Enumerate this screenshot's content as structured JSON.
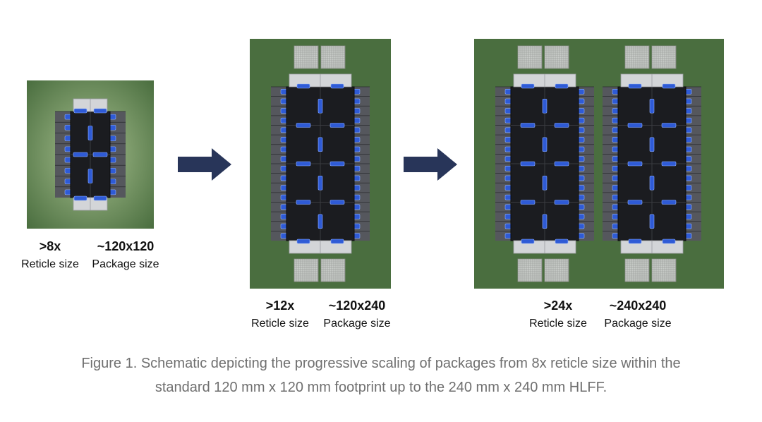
{
  "colors": {
    "board_green": "#4a6e3f",
    "board_green_light": "#a7c08f",
    "die_dark": "#1b1c20",
    "interconnect_blue": "#2f5bd6",
    "hbm_grey": "#55575d",
    "io_light": "#d3d5d8",
    "arrow_navy": "#283559",
    "caption_grey": "#6f6f6f"
  },
  "packages": [
    {
      "reticle_value": ">8x",
      "reticle_label": "Reticle size",
      "package_value": "~120x120",
      "package_label": "Package size"
    },
    {
      "reticle_value": ">12x",
      "reticle_label": "Reticle size",
      "package_value": "~120x240",
      "package_label": "Package size"
    },
    {
      "reticle_value": ">24x",
      "reticle_label": "Reticle size",
      "package_value": "~240x240",
      "package_label": "Package size"
    }
  ],
  "caption": {
    "line1": "Figure 1. Schematic depicting the progressive scaling of packages from 8x reticle size within the",
    "line2": "standard 120 mm x 120 mm footprint up to the 240 mm x 240 mm HLFF."
  }
}
